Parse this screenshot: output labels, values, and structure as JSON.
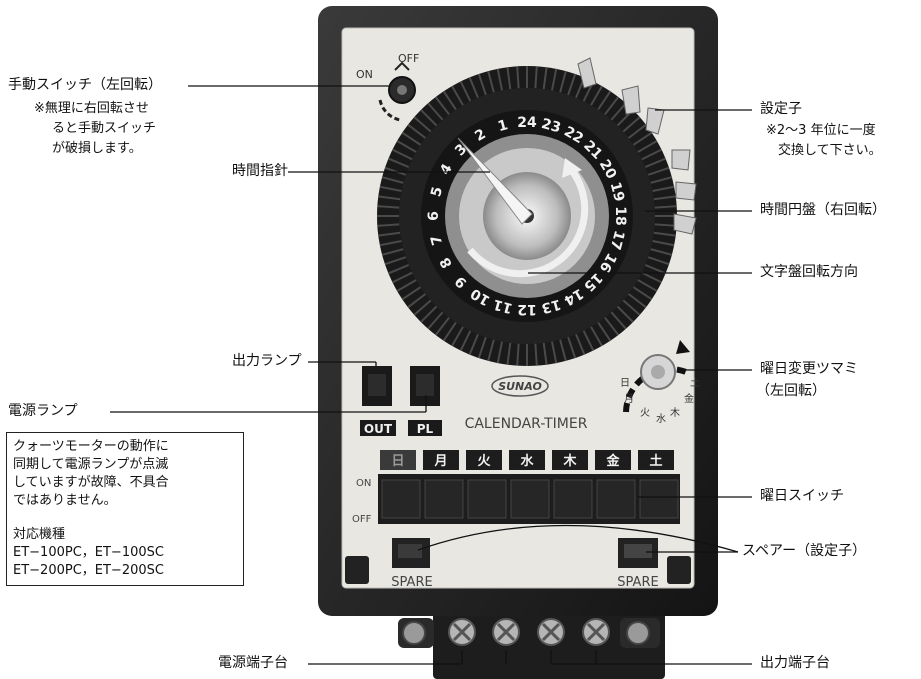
{
  "callouts": {
    "manual_switch": "手動スイッチ（左回転）",
    "manual_switch_note": [
      "※無理に右回転させ",
      "ると手動スイッチ",
      "が破損します。"
    ],
    "time_pointer": "時間指針",
    "setter": "設定子",
    "setter_note": [
      "※2〜3 年位に一度",
      "交換して下さい。"
    ],
    "time_dial": "時間円盤（右回転）",
    "dial_rotation": "文字盤回転方向",
    "output_lamp": "出力ランプ",
    "power_lamp": "電源ランプ",
    "day_knob": "曜日変更ツマミ",
    "day_knob_note": "（左回転）",
    "day_switch": "曜日スイッチ",
    "spare": "スペアー（設定子）",
    "power_terminal": "電源端子台",
    "output_terminal": "出力端子台"
  },
  "info_box": {
    "lines": [
      "クォーツモーターの動作に",
      "同期して電源ランプが点滅",
      "していますが故障、不具合",
      "ではありません。"
    ],
    "models_title": "対応機種",
    "models": [
      "ET−100PC，ET−100SC",
      "ET−200PC，ET−200SC"
    ]
  },
  "device": {
    "brand": "SUNAO",
    "model_label": "CALENDAR-TIMER",
    "off_label": "OFF",
    "on_label": "ON",
    "switch_on_label": "ON",
    "switch_off_label": "OFF",
    "lamp_out": "OUT",
    "lamp_pl": "PL",
    "spare_left": "SPARE",
    "spare_right": "SPARE",
    "days": [
      "日",
      "月",
      "火",
      "水",
      "木",
      "金",
      "土"
    ],
    "dial_hours": [
      "1",
      "2",
      "3",
      "4",
      "5",
      "6",
      "7",
      "8",
      "9",
      "10",
      "11",
      "12",
      "13",
      "14",
      "15",
      "16",
      "17",
      "18",
      "19",
      "20",
      "21",
      "22",
      "23",
      "24"
    ]
  },
  "colors": {
    "case": "#222222",
    "panel": "#e9e7e2",
    "dial_black": "#1a1a1a",
    "dial_gray": "#8f8f8f",
    "silver": "#d8d8d8"
  }
}
